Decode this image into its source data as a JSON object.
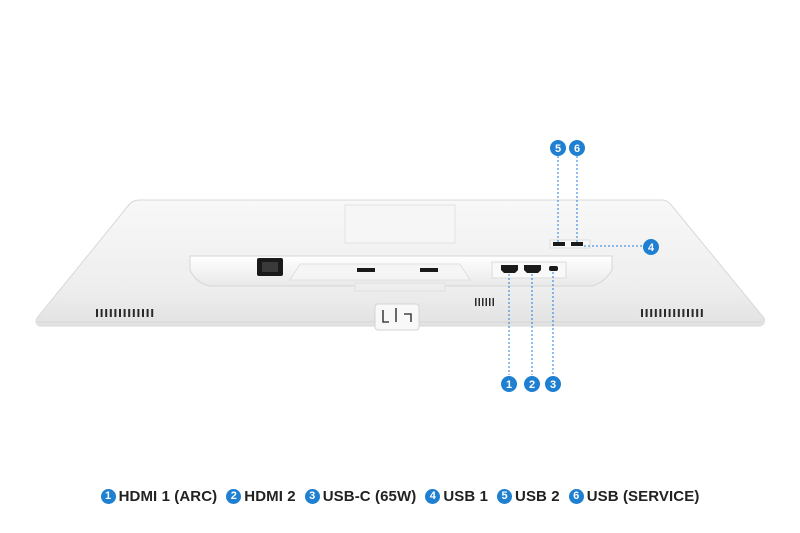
{
  "colors": {
    "badge": "#1f7fd1",
    "leader": "#1f7fd1",
    "monitor_body": "#f3f3f3",
    "port": "#1a1a1a"
  },
  "callouts": [
    {
      "number": "1",
      "label": "HDMI 1 (ARC)"
    },
    {
      "number": "2",
      "label": "HDMI 2"
    },
    {
      "number": "3",
      "label": "USB-C (65W)"
    },
    {
      "number": "4",
      "label": "USB 1"
    },
    {
      "number": "5",
      "label": "USB 2"
    },
    {
      "number": "6",
      "label": "USB (SERVICE)"
    }
  ]
}
